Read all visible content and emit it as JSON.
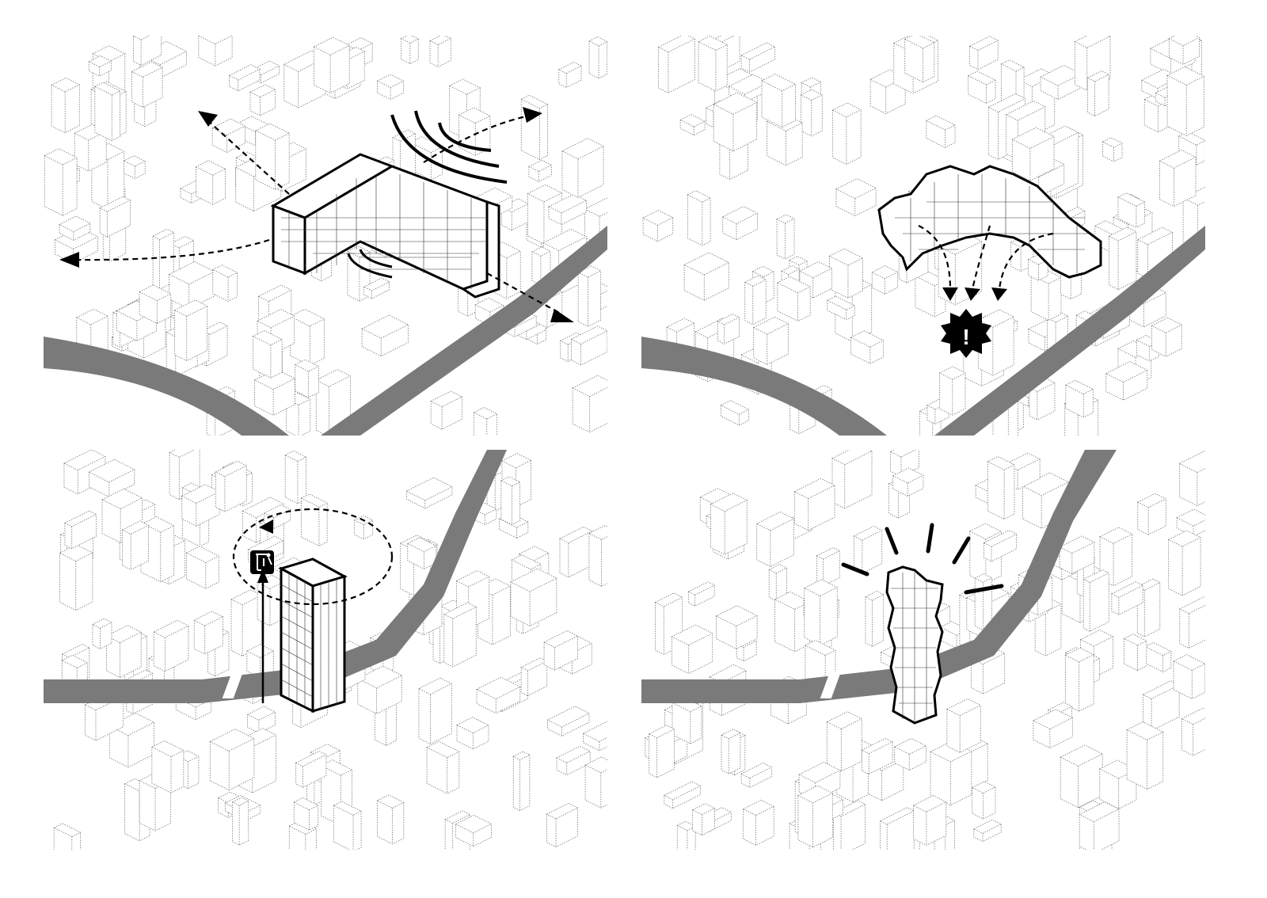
{
  "figure": {
    "panels": [
      {
        "id": "panel-noise-spread",
        "theme": "building emitting sound waves and outward arrows"
      },
      {
        "id": "panel-overhang-alert",
        "theme": "floating structure with arrows to alert burst"
      },
      {
        "id": "panel-elevator-tower",
        "theme": "tall tower with upward arrow and elevator sign"
      },
      {
        "id": "panel-landmark-tower",
        "theme": "tower with radiating highlight lines"
      }
    ],
    "alert_symbol": "!",
    "colors": {
      "river": "#7a7a7a",
      "outline": "#000000",
      "context": "#777777",
      "background": "#ffffff"
    }
  }
}
